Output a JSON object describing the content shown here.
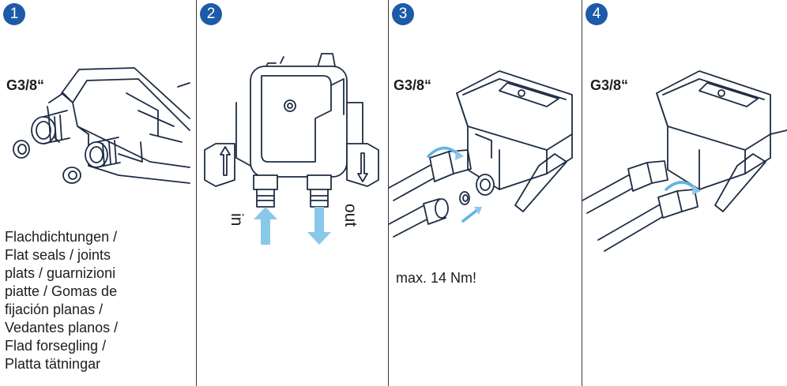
{
  "steps": [
    {
      "number": "1",
      "thread": "G3/8“",
      "note": "Flachdichtungen / Flat seals / joints plats / guarnizioni piatte / Gomas de fijación planas / Vedantes planos / Flad forsegling / Platta tätningar"
    },
    {
      "number": "2",
      "in_label": "in",
      "out_label": "out"
    },
    {
      "number": "3",
      "thread": "G3/8“",
      "torque": "max. 14 Nm!"
    },
    {
      "number": "4",
      "thread": "G3/8“"
    }
  ],
  "note_lines": [
    "Flachdichtungen /",
    "Flat seals / joints",
    "plats / guarnizioni",
    "piatte / Gomas de",
    "fijación planas /",
    "Vedantes planos /",
    "Flad forsegling /",
    "Platta tätningar"
  ],
  "colors": {
    "badge": "#1d5aa8",
    "arrow": "#8ac8ea",
    "line": "#1d2d44"
  },
  "icons": [
    "arrow-up-icon",
    "arrow-down-icon",
    "rotate-arrow-icon"
  ]
}
